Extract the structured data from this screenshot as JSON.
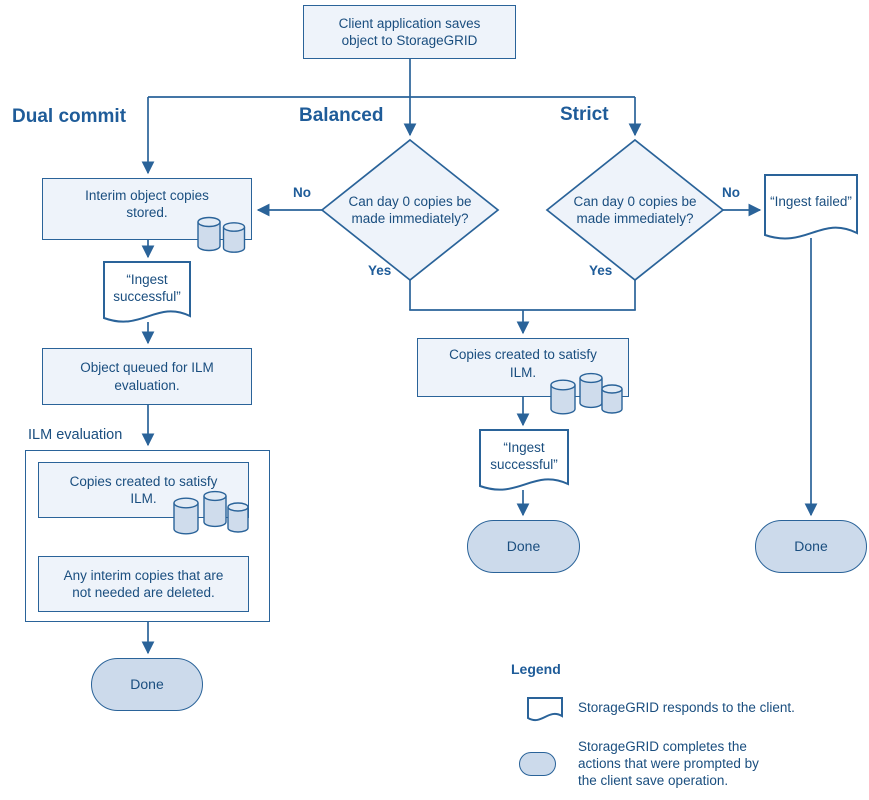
{
  "colors": {
    "accent_line": "#2a6399",
    "text": "#1a4e7f",
    "header_text": "#1f5c99",
    "box_fill": "#eef3fa",
    "pill_fill": "#ccdaeb",
    "document_fill": "#ffffff"
  },
  "nodes": {
    "client_save": "Client application saves object to StorageGRID",
    "branch_dual": "Dual commit",
    "branch_balanced": "Balanced",
    "branch_strict": "Strict",
    "decision_balanced": "Can  day 0 copies be made immediately?",
    "decision_strict": "Can  day 0 copies be made immediately?",
    "interim": "Interim object copies stored.",
    "ingest_successful_left": "“Ingest successful”",
    "object_queued": "Object queued for ILM evaluation.",
    "ilm_evaluation_label": "ILM evaluation",
    "copies_left": "Copies created to satisfy ILM.",
    "interim_deleted": "Any interim copies that are not needed are deleted.",
    "done_left": "Done",
    "copies_middle": "Copies created to satisfy ILM.",
    "ingest_successful_middle": "“Ingest successful”",
    "done_middle": "Done",
    "ingest_failed": "“Ingest failed”",
    "done_right": "Done"
  },
  "labels": {
    "no_left": "No",
    "yes_left": "Yes",
    "yes_right": "Yes",
    "no_right": "No"
  },
  "legend": {
    "title": "Legend",
    "items": [
      {
        "icon": "document-shape-icon",
        "text": "StorageGRID responds to the client."
      },
      {
        "icon": "pill-shape-icon",
        "text": "StorageGRID completes the actions that were prompted by the client save operation."
      }
    ]
  }
}
